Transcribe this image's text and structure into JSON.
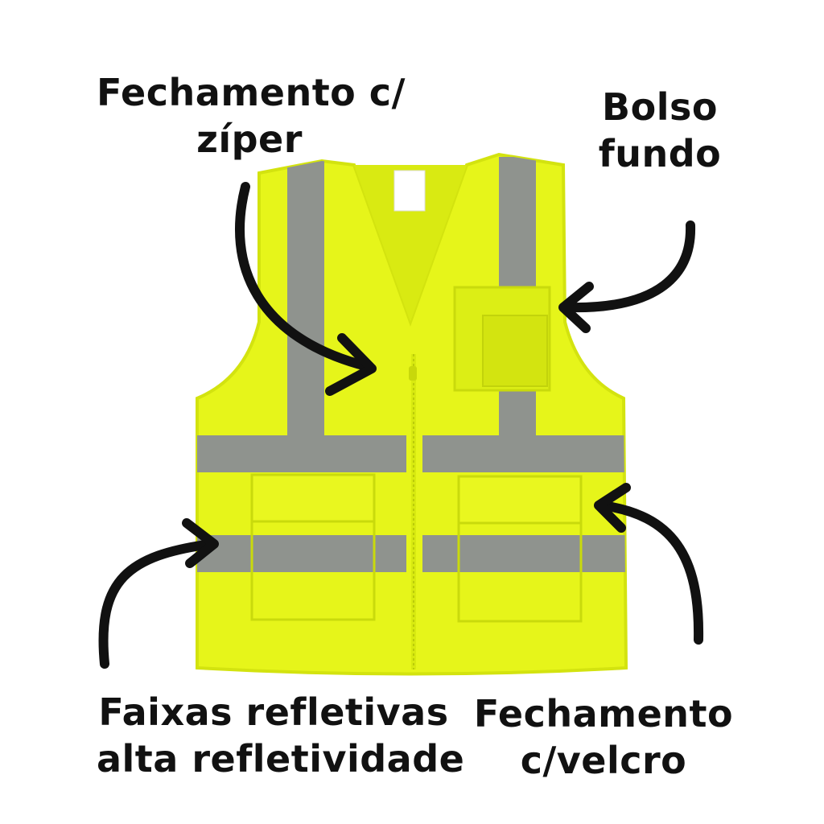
{
  "labels": {
    "zipper": {
      "line1": "Fechamento c/",
      "line2": "zíper"
    },
    "pocket": {
      "line1": "Bolso",
      "line2": "fundo"
    },
    "bands": {
      "line1": "Faixas refletivas",
      "line2": "alta refletividade"
    },
    "velcro": {
      "line1": "Fechamento",
      "line2": "c/velcro"
    }
  },
  "colors": {
    "vest": "#e6f51a",
    "vest_shade": "#cfe00f",
    "reflective": "#8f938e",
    "arrow": "#111111",
    "text": "#111111"
  },
  "icons": [
    "curved-arrow-icon",
    "safety-vest-icon"
  ]
}
